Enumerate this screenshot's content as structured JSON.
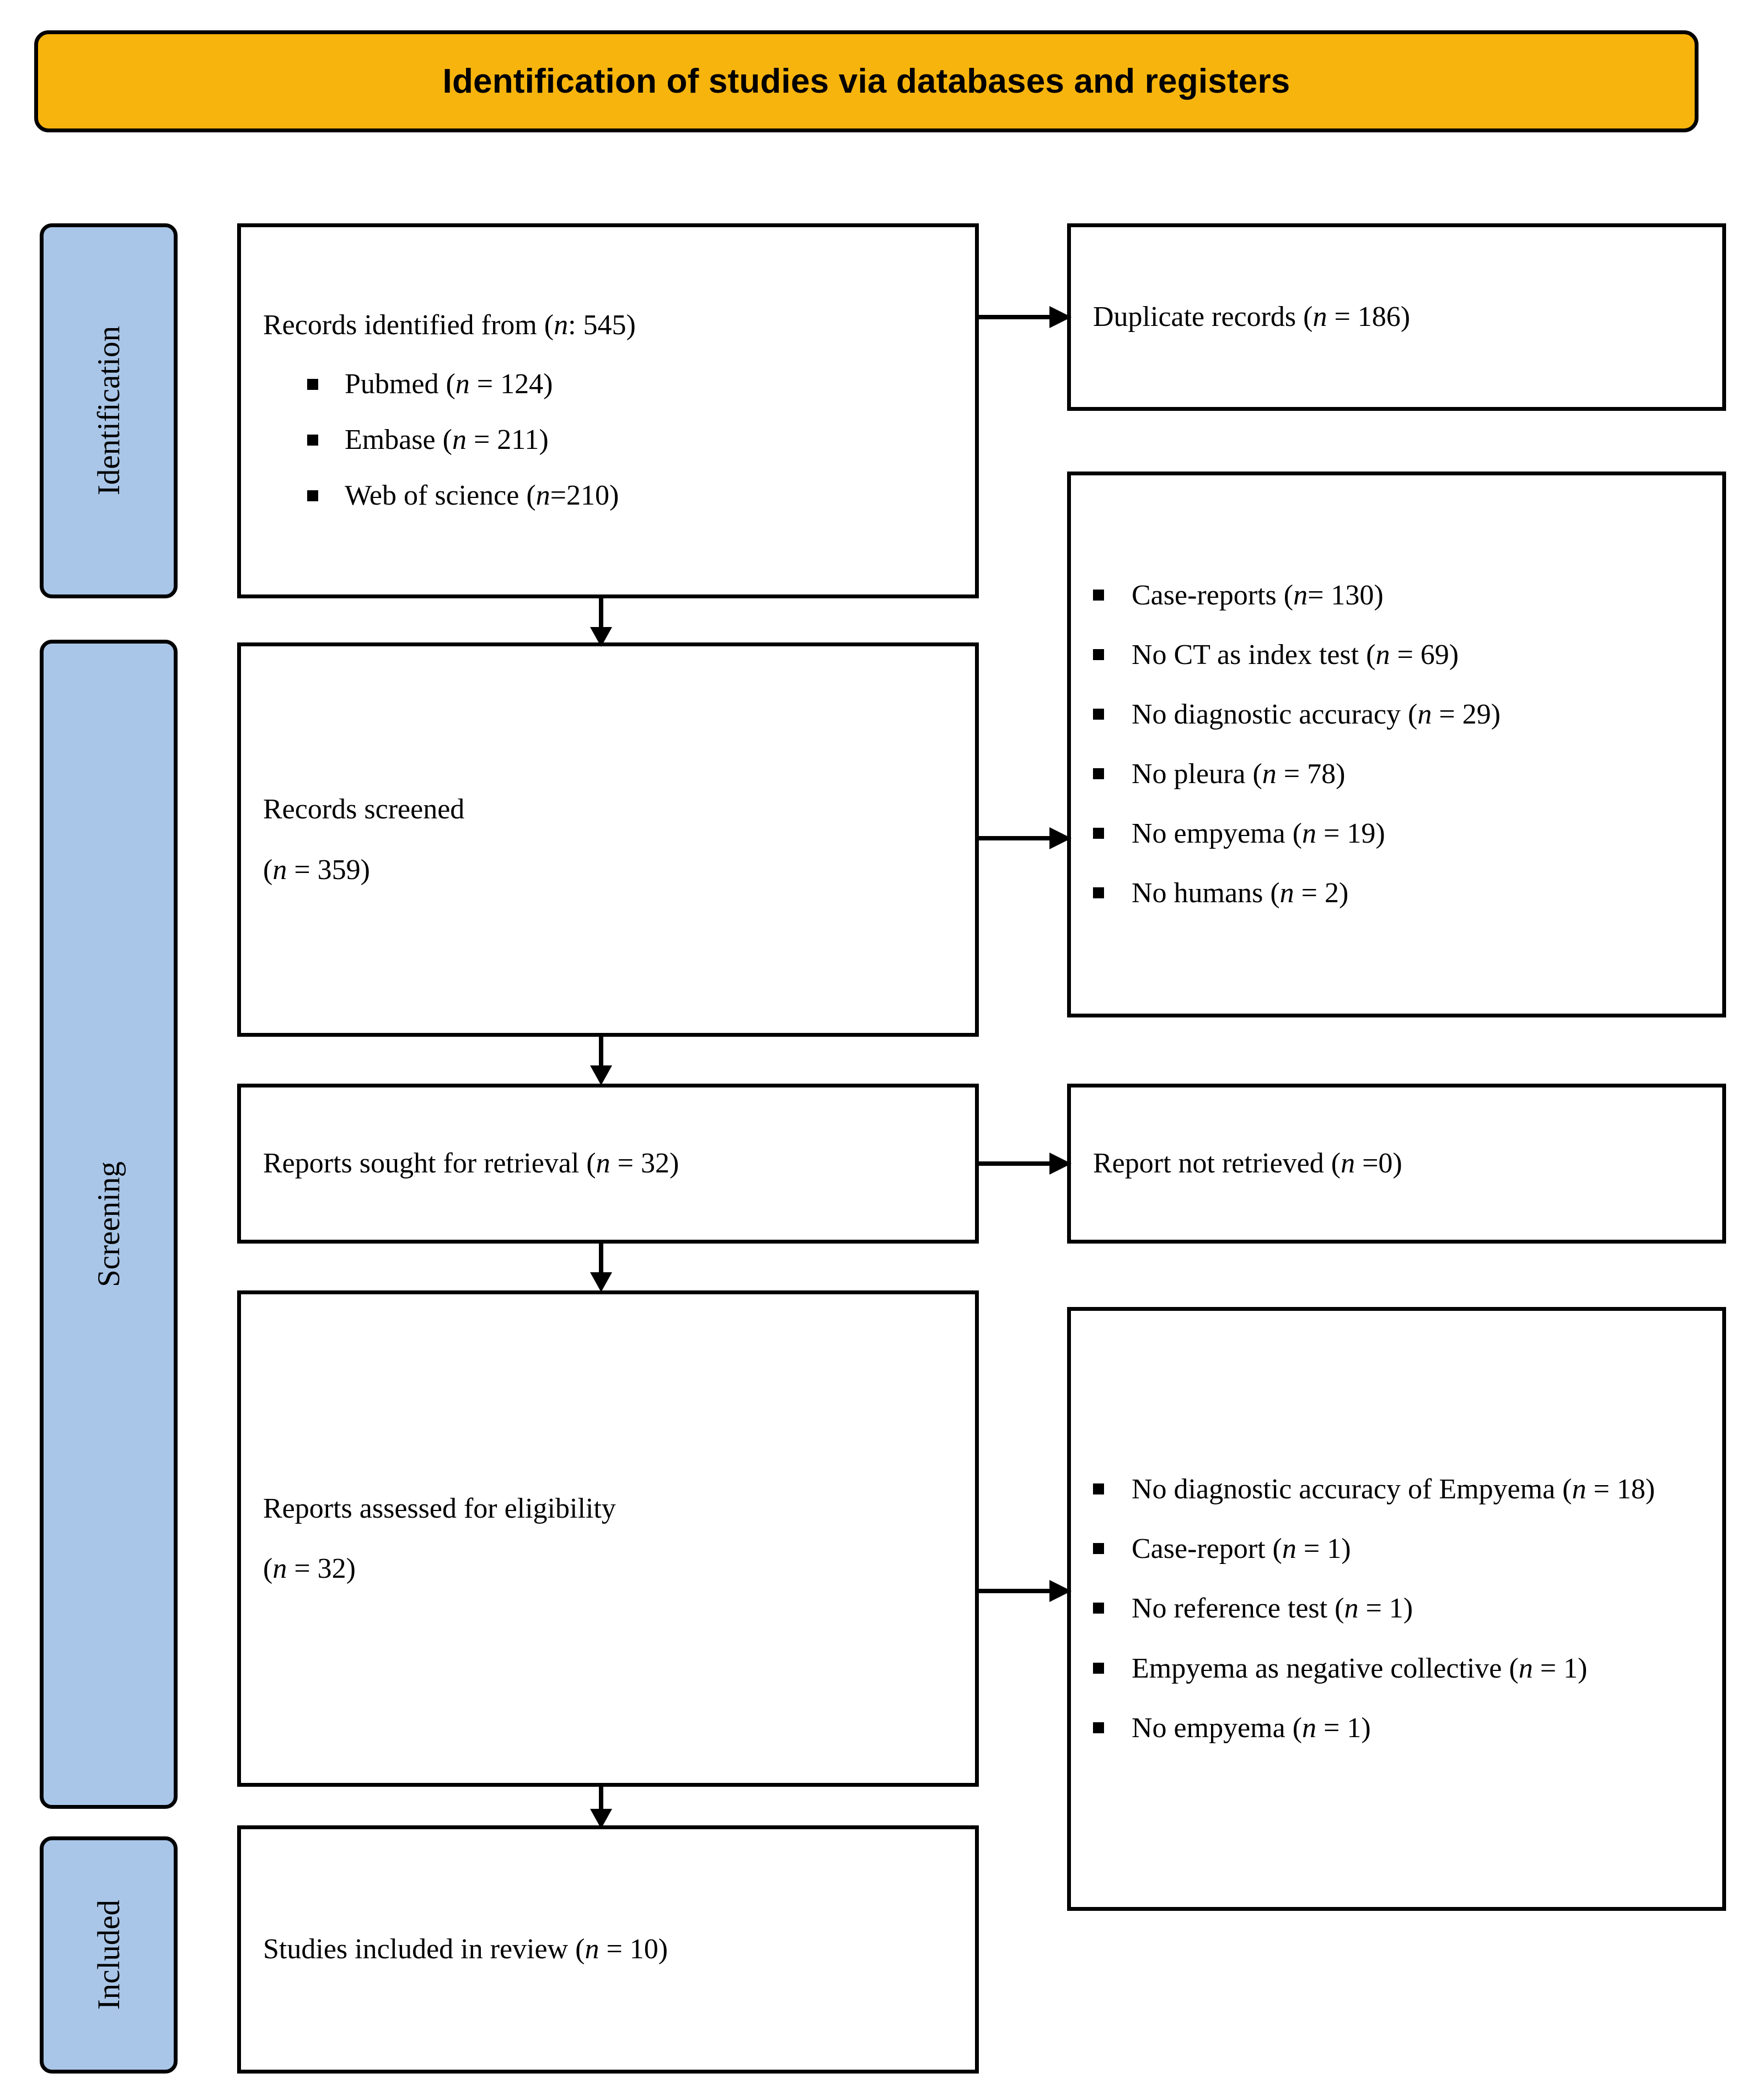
{
  "title": "Identification of studies via databases and registers",
  "colors": {
    "banner": "#F7B40D",
    "stage": "#A9C6E8",
    "border": "#000000"
  },
  "stages": [
    {
      "key": "identification",
      "label": "Identification"
    },
    {
      "key": "screening",
      "label": "Screening"
    },
    {
      "key": "included",
      "label": "Included"
    }
  ],
  "boxes": {
    "identified": {
      "heading": "Records identified from (n: 545)",
      "items": [
        "Pubmed (n = 124)",
        "Embase (n = 211)",
        "Web of science (n=210)"
      ]
    },
    "duplicates": {
      "text": "Duplicate records (n = 186)"
    },
    "screened": {
      "line1": "Records screened",
      "line2": "(n = 359)"
    },
    "excluded_screening": {
      "items": [
        "Case-reports (n= 130)",
        "No CT as index test (n = 69)",
        "No diagnostic accuracy (n = 29)",
        "No pleura (n = 78)",
        "No empyema (n = 19)",
        "No humans (n = 2)"
      ]
    },
    "sought": {
      "text": "Reports sought for retrieval (n = 32)"
    },
    "not_retrieved": {
      "text": "Report not retrieved (n =0)"
    },
    "assessed": {
      "line1": "Reports assessed for eligibility",
      "line2": "(n = 32)"
    },
    "excluded_eligibility": {
      "items": [
        "No diagnostic accuracy of Empyema (n = 18)",
        "Case-report (n = 1)",
        "No reference test (n = 1)",
        "Empyema as negative collective (n = 1)",
        "No empyema (n = 1)"
      ]
    },
    "included": {
      "text": "Studies included in review (n = 10)"
    }
  }
}
